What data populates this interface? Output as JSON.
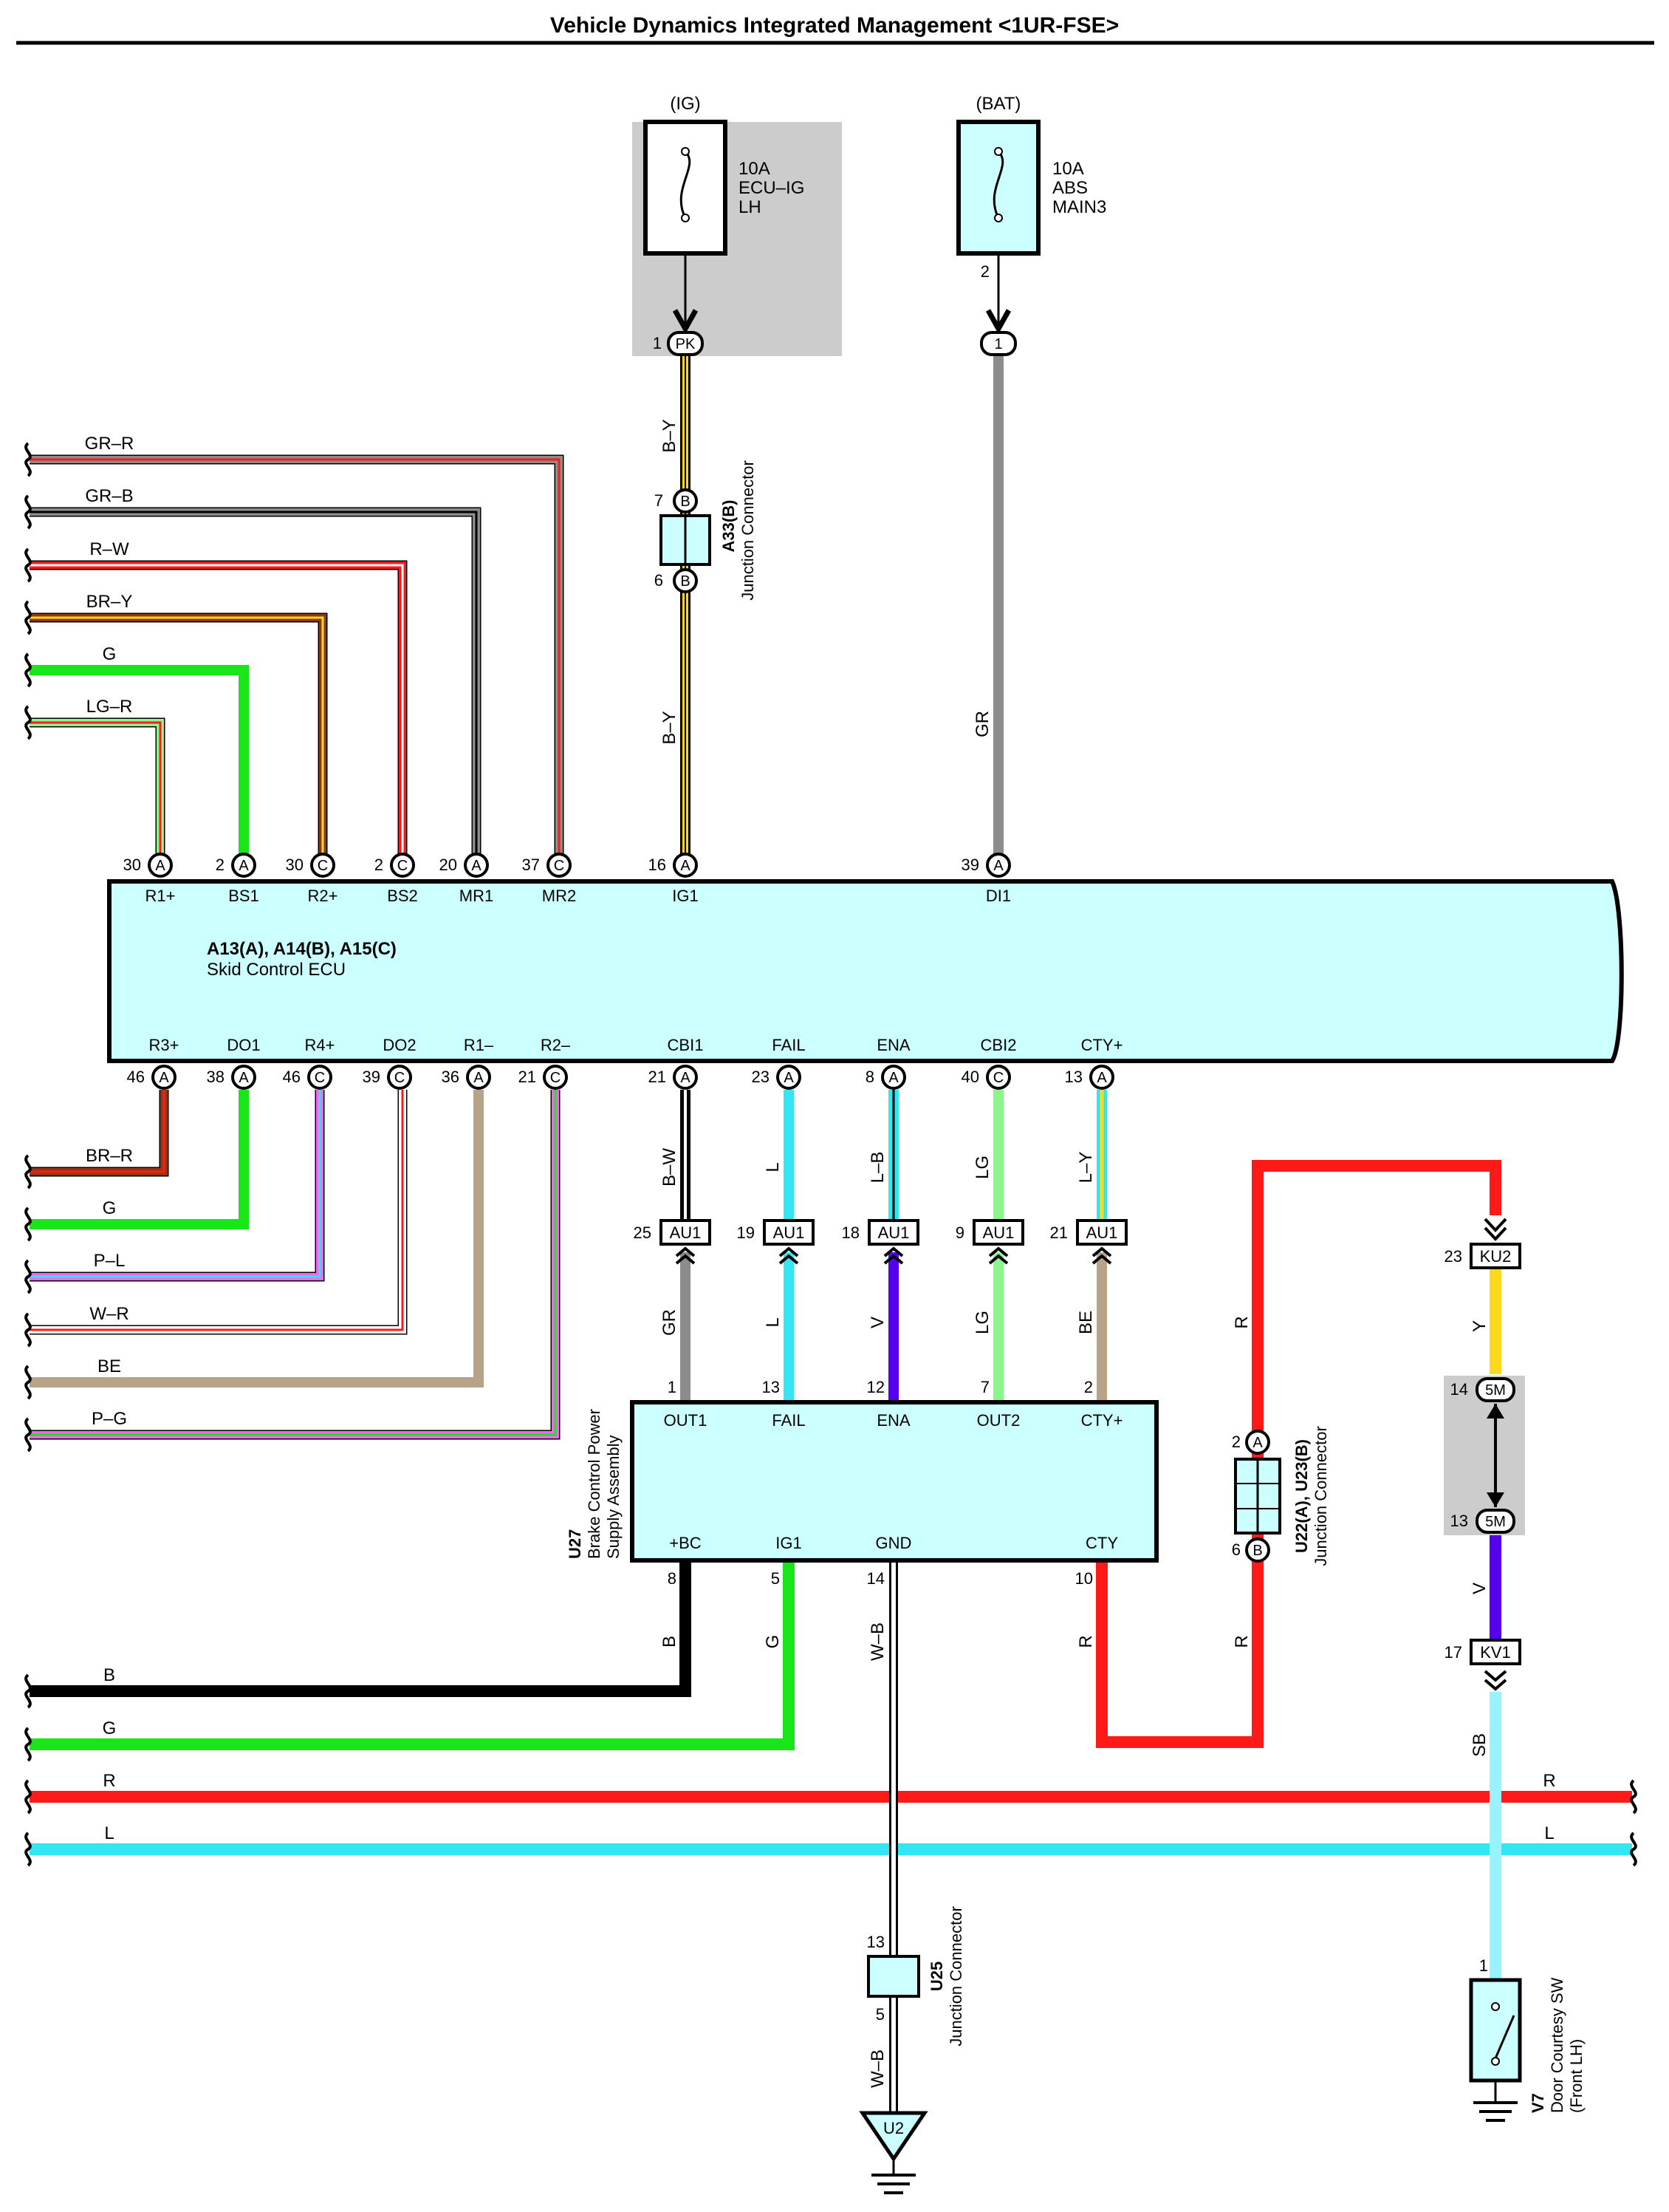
{
  "title": "Vehicle Dynamics Integrated Management <1UR-FSE>",
  "colors": {
    "B": "#000000",
    "W": "#ffffff",
    "R": "#ff1a1a",
    "G": "#19e619",
    "L": "#33e6f2",
    "Y": "#ffd91a",
    "GR": "#8c8c8c",
    "BR": "#8c3a14",
    "LG": "#8cf58c",
    "P": "#f266f2",
    "V": "#5500ee",
    "BE": "#b8a288",
    "SB": "#99f2ff",
    "O": "#ffa500",
    "ecu_fill": "#ccffff",
    "shade": "#cccccc"
  },
  "fuses": [
    {
      "group": "(IG)",
      "lines": [
        "10A",
        "ECU–IG",
        "LH"
      ],
      "pin": "1",
      "conn": "PK"
    },
    {
      "group": "(BAT)",
      "lines": [
        "10A",
        "ABS",
        "MAIN3"
      ],
      "pin": "2",
      "conn": "1"
    }
  ],
  "ecu": {
    "title": "A13(A), A14(B), A15(C)",
    "name": "Skid Control ECU",
    "top_pins": [
      {
        "num": "30",
        "conn": "A",
        "label": "R1+"
      },
      {
        "num": "2",
        "conn": "A",
        "label": "BS1"
      },
      {
        "num": "30",
        "conn": "C",
        "label": "R2+"
      },
      {
        "num": "2",
        "conn": "C",
        "label": "BS2"
      },
      {
        "num": "20",
        "conn": "A",
        "label": "MR1"
      },
      {
        "num": "37",
        "conn": "C",
        "label": "MR2"
      },
      {
        "num": "16",
        "conn": "A",
        "label": "IG1"
      },
      {
        "num": "39",
        "conn": "A",
        "label": "DI1"
      }
    ],
    "bottom_pins": [
      {
        "num": "46",
        "conn": "A",
        "label": "R3+"
      },
      {
        "num": "38",
        "conn": "A",
        "label": "DO1"
      },
      {
        "num": "46",
        "conn": "C",
        "label": "R4+"
      },
      {
        "num": "39",
        "conn": "C",
        "label": "DO2"
      },
      {
        "num": "36",
        "conn": "A",
        "label": "R1–"
      },
      {
        "num": "21",
        "conn": "C",
        "label": "R2–"
      },
      {
        "num": "21",
        "conn": "A",
        "label": "CBI1"
      },
      {
        "num": "23",
        "conn": "A",
        "label": "FAIL"
      },
      {
        "num": "8",
        "conn": "A",
        "label": "ENA"
      },
      {
        "num": "40",
        "conn": "C",
        "label": "CBI2"
      },
      {
        "num": "13",
        "conn": "A",
        "label": "CTY+"
      }
    ]
  },
  "left_top_wires": [
    "GR–R",
    "GR–B",
    "R–W",
    "BR–Y",
    "G",
    "LG–R"
  ],
  "left_bottom_wires": [
    "BR–R",
    "G",
    "P–L",
    "W–R",
    "BE",
    "P–G"
  ],
  "a33": {
    "id": "A33(B)",
    "name": "Junction Connector",
    "pin_top": "7",
    "pin_bottom": "6",
    "conn": "B",
    "wire_top": "B–Y",
    "wire_bottom": "B–Y"
  },
  "gr_wire": "GR",
  "au1_connectors": [
    {
      "num": "25",
      "conn": "AU1",
      "wire_up": "B–W",
      "wire_down": "GR"
    },
    {
      "num": "19",
      "conn": "AU1",
      "wire_up": "L",
      "wire_down": "L"
    },
    {
      "num": "18",
      "conn": "AU1",
      "wire_up": "L–B",
      "wire_down": "V"
    },
    {
      "num": "9",
      "conn": "AU1",
      "wire_up": "LG",
      "wire_down": "LG"
    },
    {
      "num": "21",
      "conn": "AU1",
      "wire_up": "L–Y",
      "wire_down": "BE"
    }
  ],
  "u27": {
    "id": "U27",
    "name1": "Brake Control Power",
    "name2": "Supply Assembly",
    "top_pins": [
      {
        "num": "1",
        "label": "OUT1"
      },
      {
        "num": "13",
        "label": "FAIL"
      },
      {
        "num": "12",
        "label": "ENA"
      },
      {
        "num": "7",
        "label": "OUT2"
      },
      {
        "num": "2",
        "label": "CTY+"
      }
    ],
    "bottom_pins": [
      {
        "num": "8",
        "label": "+BC",
        "wire": "B"
      },
      {
        "num": "5",
        "label": "IG1",
        "wire": "G"
      },
      {
        "num": "14",
        "label": "GND",
        "wire": "W–B"
      },
      {
        "num": "10",
        "label": "CTY",
        "wire": "R"
      }
    ]
  },
  "u22": {
    "id": "U22(A), U23(B)",
    "name": "Junction Connector",
    "pin_a": "2",
    "conn_a": "A",
    "pin_b": "6",
    "conn_b": "B",
    "wire_top": "R",
    "wire_bottom": "R"
  },
  "ku2": {
    "num": "23",
    "conn": "KU2",
    "wire": "Y"
  },
  "m5": {
    "num_top": "14",
    "num_bottom": "13",
    "conn": "5M"
  },
  "kv1": {
    "num": "17",
    "conn": "KV1",
    "wire_up": "V",
    "wire_down": "SB"
  },
  "bus_wires": [
    {
      "name": "B"
    },
    {
      "name": "G"
    },
    {
      "name": "R",
      "right": "R"
    },
    {
      "name": "L",
      "right": "L"
    }
  ],
  "u25": {
    "id": "U25",
    "name": "Junction Connector",
    "pin_top": "13",
    "pin_bottom": "5",
    "wire": "W–B"
  },
  "u2": {
    "label": "U2"
  },
  "v7": {
    "id": "V7",
    "name1": "Door Courtesy SW",
    "name2": "(Front LH)",
    "pin": "1"
  }
}
